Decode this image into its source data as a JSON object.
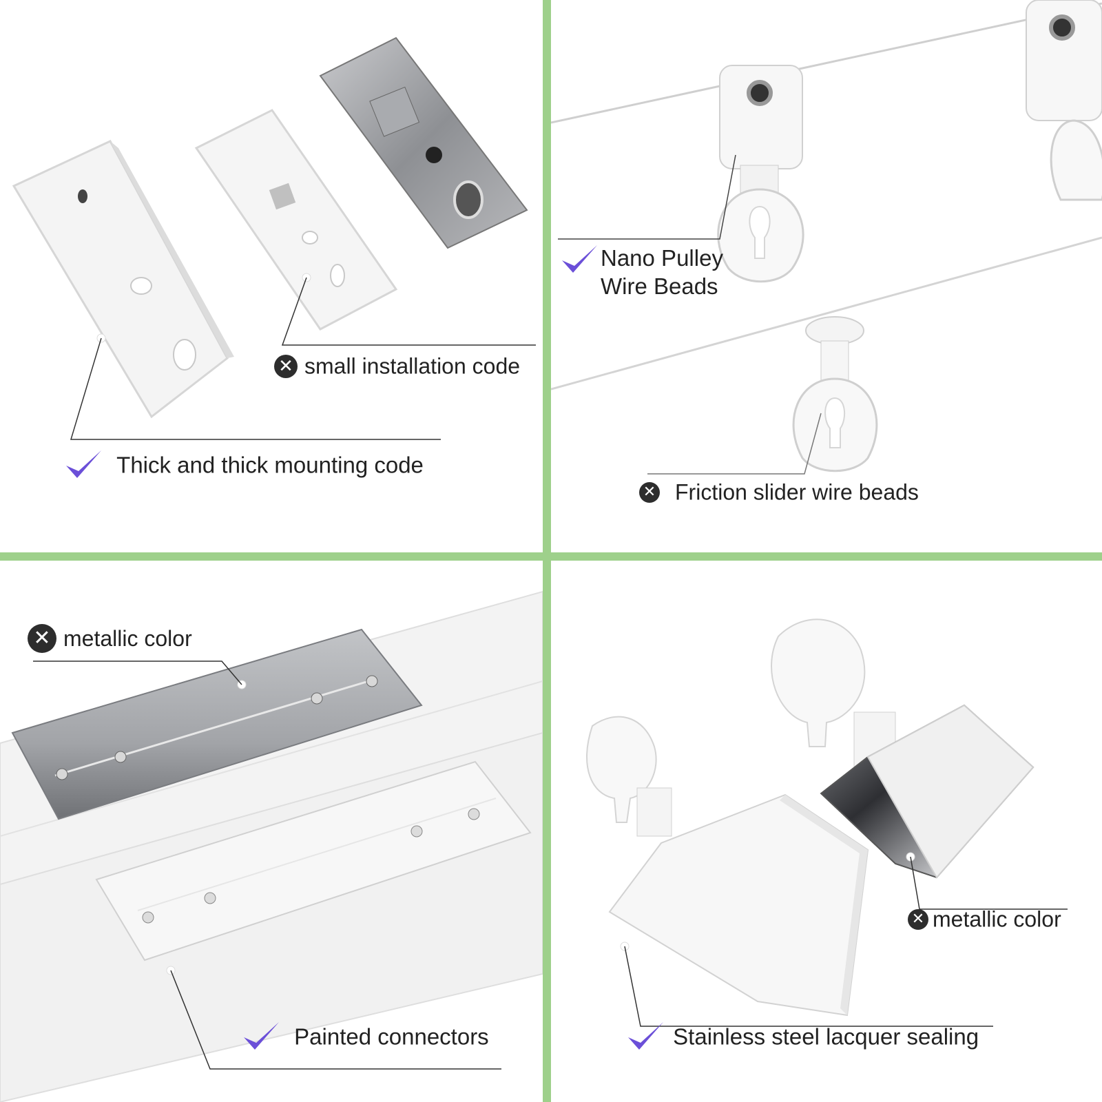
{
  "colors": {
    "divider": "#9ed08b",
    "check_mark": "#6b4fd8",
    "x_badge": "#2d2d2d",
    "metal": "#a6a8ad",
    "white_part": "#f6f6f6"
  },
  "icons": {
    "good": "check-icon",
    "bad": "x-circle-icon"
  },
  "panels": {
    "top_left": {
      "good_label": "Thick and thick mounting code",
      "bad_label": "small installation code"
    },
    "top_right": {
      "good_label_line1": "Nano Pulley",
      "good_label_line2": "Wire Beads",
      "bad_label": "Friction slider wire beads"
    },
    "bottom_left": {
      "bad_label": "metallic color",
      "good_label": "Painted connectors"
    },
    "bottom_right": {
      "bad_label": "metallic color",
      "good_label": "Stainless steel lacquer sealing"
    }
  }
}
